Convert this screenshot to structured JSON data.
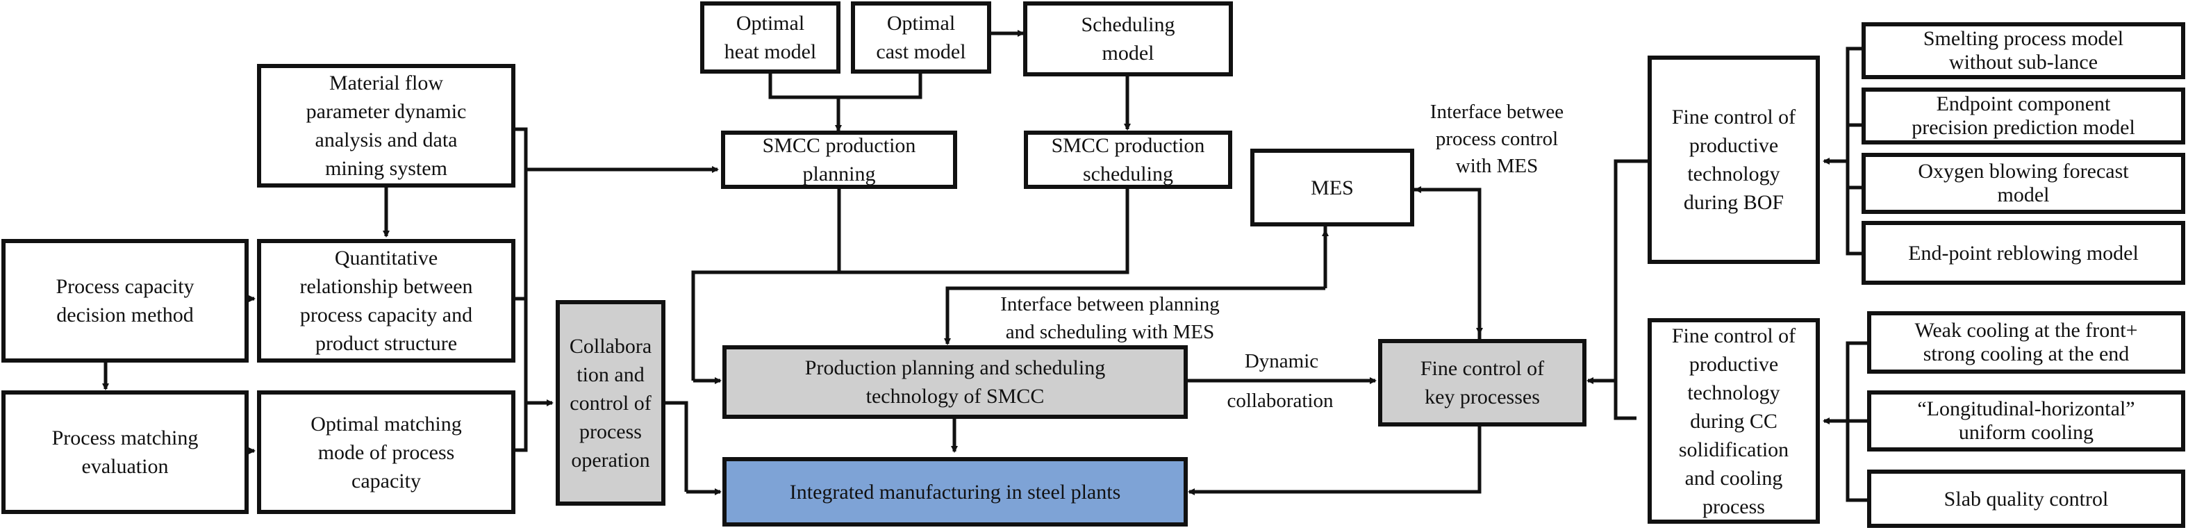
{
  "boxes": {
    "optimal_heat": "Optimal\nheat model",
    "optimal_cast": "Optimal\ncast model",
    "scheduling_model": "Scheduling\nmodel",
    "material_flow": "Material flow\nparameter dynamic\nanalysis and data\nmining system",
    "smcc_planning": "SMCC production\nplanning",
    "smcc_scheduling": "SMCC production\nscheduling",
    "mes": "MES",
    "capacity_decision": "Process capacity\ndecision method",
    "quantitative_relationship": "Quantitative\nrelationship between\nprocess capacity and\nproduct structure",
    "process_matching": "Process matching\nevaluation",
    "optimal_matching_mode": "Optimal matching\nmode of process\ncapacity",
    "collaboration": "Collabora\ntion and\ncontrol of\nprocess\noperation",
    "production_planning_tech": "Production planning and scheduling\ntechnology of SMCC",
    "integrated_manufacturing": "Integrated manufacturing in steel plants",
    "fine_control_key": "Fine control of\nkey processes",
    "fine_control_bof": "Fine control of\nproductive\ntechnology\nduring BOF",
    "fine_control_cc": "Fine control of\nproductive\ntechnology\nduring CC\nsolidification\nand cooling\nprocess",
    "smelting_model": "Smelting process model\nwithout sub-lance",
    "endpoint_model": "Endpoint component\nprecision prediction model",
    "oxygen_model": "Oxygen blowing forecast\nmodel",
    "reblowing_model": "End-point reblowing model",
    "weak_cooling": "Weak cooling at the front+\nstrong cooling at the end",
    "longitudinal_cooling": "“Longitudinal-horizontal”\nuniform cooling",
    "slab_quality": "Slab quality control"
  },
  "labels": {
    "interface_mes": "Interface betwee\nprocess control\nwith MES",
    "interface_planning": "Interface between planning\nand scheduling with MES",
    "dynamic": "Dynamic",
    "collaboration_lbl": "collaboration"
  },
  "colors": {
    "line": "#111111",
    "gray_fill": "#cfcfcf",
    "blue_fill": "#7ea3d6"
  }
}
